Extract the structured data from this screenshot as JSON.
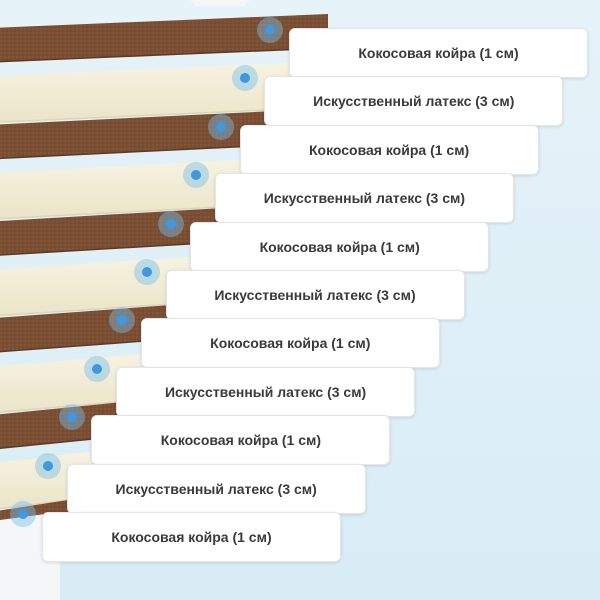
{
  "layers": [
    {
      "label": "Кокосовая койра (1 см)",
      "color": "#7b4f33"
    },
    {
      "label": "Искусственный латекс (3 см)",
      "color": "#f2ecd4"
    },
    {
      "label": "Кокосовая койра (1 см)",
      "color": "#7b4f33"
    },
    {
      "label": "Искусственный латекс (3 см)",
      "color": "#f2ecd4"
    },
    {
      "label": "Кокосовая койра (1 см)",
      "color": "#7b4f33"
    },
    {
      "label": "Искусственный латекс (3 см)",
      "color": "#f2ecd4"
    },
    {
      "label": "Кокосовая койра (1 см)",
      "color": "#7b4f33"
    },
    {
      "label": "Искусственный латекс (3 см)",
      "color": "#f2ecd4"
    },
    {
      "label": "Кокосовая койра (1 см)",
      "color": "#7b4f33"
    },
    {
      "label": "Искусственный латекс (3 см)",
      "color": "#f2ecd4"
    },
    {
      "label": "Кокосовая койра (1 см)",
      "color": "#7b4f33"
    }
  ],
  "marker_color": "#3f98e0"
}
